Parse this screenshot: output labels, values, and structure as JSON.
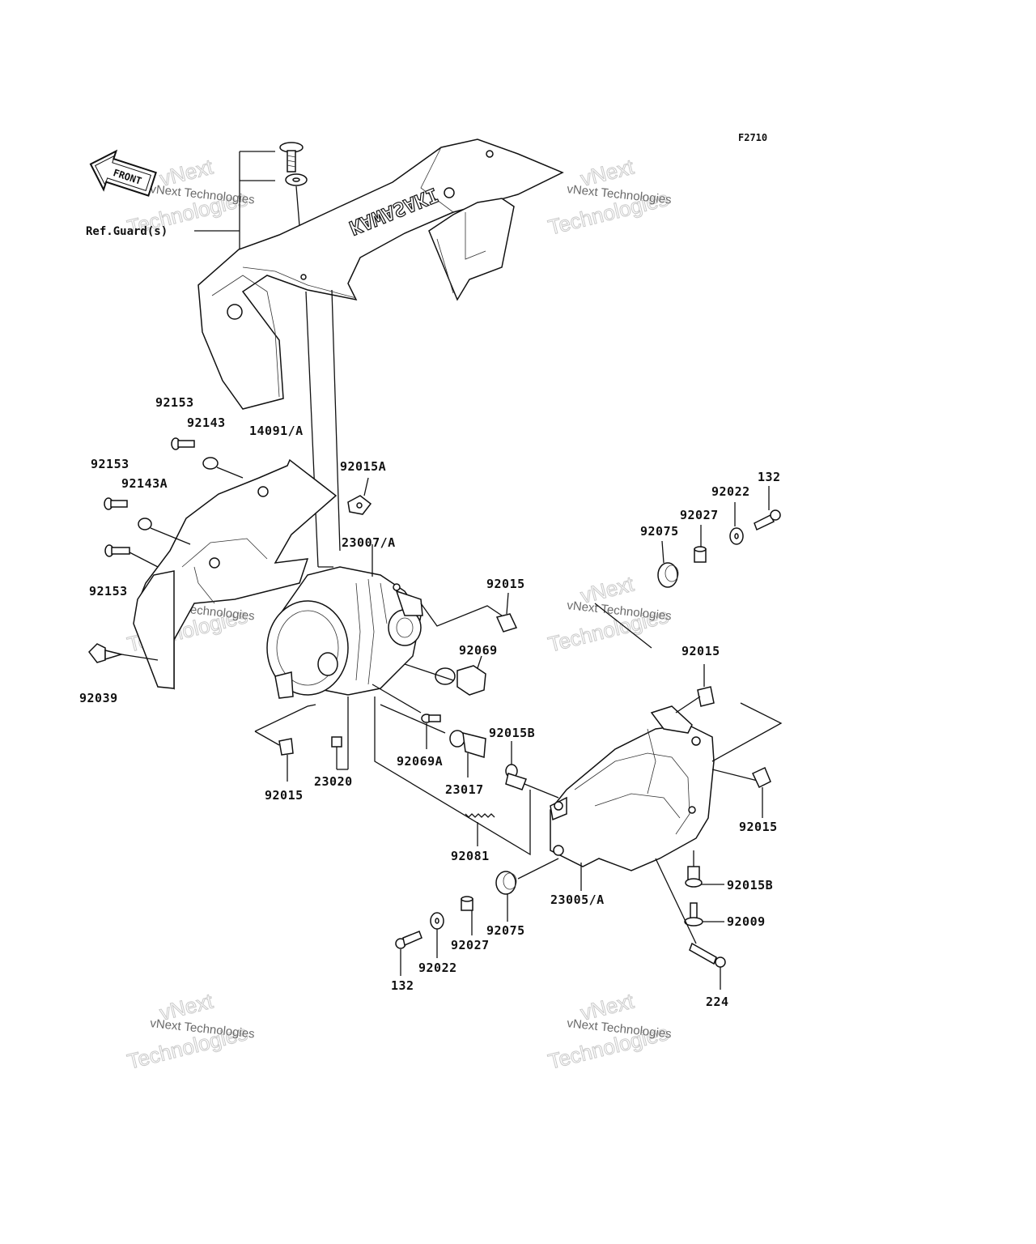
{
  "figure_code": "F2710",
  "front_label": "FRONT",
  "ref_label": "Ref.Guard(s)",
  "brand_emblem": "KAWASAKI",
  "watermark": {
    "line1": "vNext",
    "line2": "Technologies",
    "small": "vNext Technologies"
  },
  "parts": {
    "p92153_a": "92153",
    "p92143": "92143",
    "p14091": "14091/A",
    "p92153_b": "92153",
    "p92143a": "92143A",
    "p92015a": "92015A",
    "p23007": "23007/A",
    "p92153_c": "92153",
    "p92039": "92039",
    "p92015_a": "92015",
    "p92069": "92069",
    "p92069a": "92069A",
    "p23017": "23017",
    "p23020": "23020",
    "p92015_b": "92015",
    "p92015b_a": "92015B",
    "p92081": "92081",
    "p132_a": "132",
    "p92022_a": "92022",
    "p92027_a": "92027",
    "p92075_a": "92075",
    "p92015_c": "92015",
    "p92015_d": "92015",
    "p92015b_b": "92015B",
    "p92009": "92009",
    "p224": "224",
    "p23005": "23005/A",
    "p92075_b": "92075",
    "p92027_b": "92027",
    "p92022_b": "92022",
    "p132_b": "132"
  }
}
